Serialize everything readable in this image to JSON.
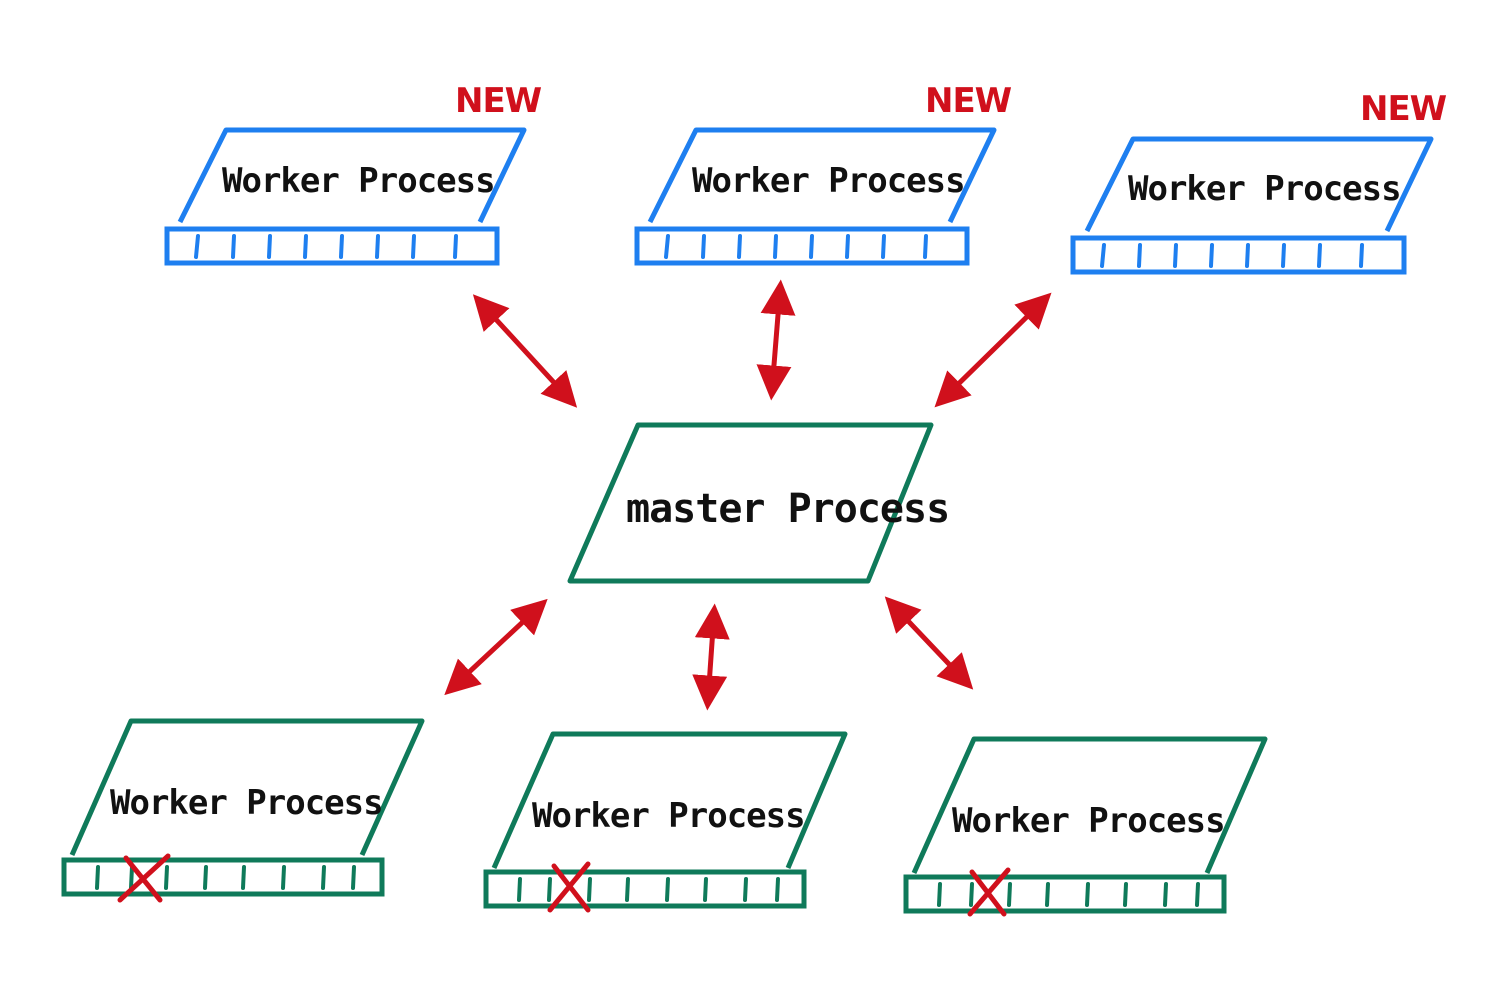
{
  "colors": {
    "new_worker": "#1e7ff0",
    "old_worker": "#0f7a5a",
    "master": "#0f7a5a",
    "arrow": "#d0101c",
    "new_tag": "#d0101c",
    "text": "#111111"
  },
  "master": {
    "label": "master Process"
  },
  "new_workers": [
    {
      "label": "Worker Process",
      "tag": "NEW"
    },
    {
      "label": "Worker Process",
      "tag": "NEW"
    },
    {
      "label": "Worker Process",
      "tag": "NEW"
    }
  ],
  "old_workers": [
    {
      "label": "Worker Process",
      "first_slot_crossed": true
    },
    {
      "label": "Worker Process",
      "first_slot_crossed": true
    },
    {
      "label": "Worker Process",
      "first_slot_crossed": true
    }
  ]
}
